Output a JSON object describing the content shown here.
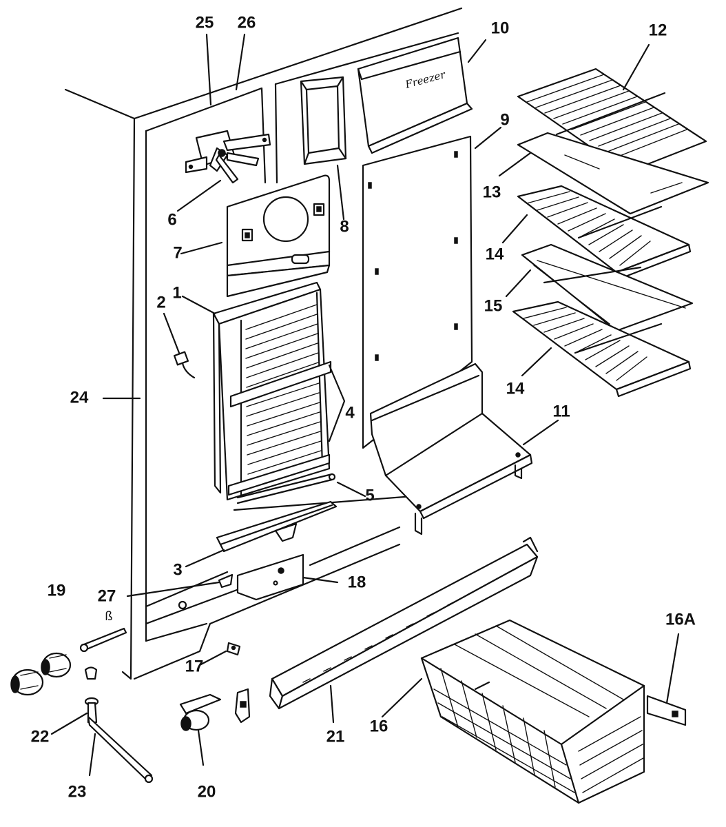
{
  "labels": {
    "p1": "1",
    "p2": "2",
    "p3": "3",
    "p4": "4",
    "p5": "5",
    "p6": "6",
    "p7": "7",
    "p8": "8",
    "p9": "9",
    "p10": "10",
    "p11": "11",
    "p12": "12",
    "p13": "13",
    "p14a": "14",
    "p14b": "14",
    "p15": "15",
    "p16": "16",
    "p16A": "16A",
    "p17": "17",
    "p18": "18",
    "p19": "19",
    "p20": "20",
    "p21": "21",
    "p22": "22",
    "p23": "23",
    "p24": "24",
    "p25": "25",
    "p26": "26",
    "p27": "27"
  },
  "annotations": {
    "freezer_script": "Freezer",
    "bolt_mark": "ß"
  }
}
